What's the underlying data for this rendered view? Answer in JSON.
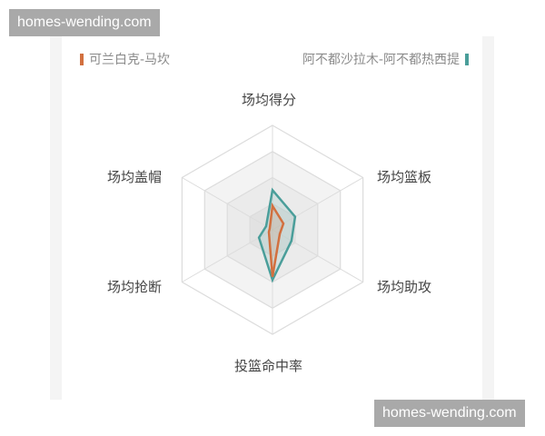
{
  "watermarks": {
    "top": "homes-wending.com",
    "bottom": "homes-wending.com"
  },
  "legend": {
    "left": {
      "label": "可兰白克-马坎",
      "color": "#d2703f"
    },
    "right": {
      "label": "阿不都沙拉木-阿不都热西提",
      "color": "#4a9e9a"
    }
  },
  "axes": {
    "top": "场均得分",
    "upper_right": "场均篮板",
    "lower_right": "场均助攻",
    "bottom": "投篮命中率",
    "lower_left": "场均抢断",
    "upper_left": "场均盖帽"
  },
  "colors": {
    "grid_line": "#dcdcdc",
    "ring_outer": "#ffffff",
    "ring_2": "#f3f3f3",
    "ring_3": "#ebebeb",
    "ring_inner": "#e2e2e2"
  },
  "chart_data": {
    "type": "radar",
    "title": "",
    "categories": [
      "场均得分",
      "场均篮板",
      "场均助攻",
      "投篮命中率",
      "场均抢断",
      "场均盖帽"
    ],
    "max": 1.0,
    "rings": 4,
    "series": [
      {
        "name": "可兰白克-马坎",
        "color": "#d2703f",
        "values": [
          0.23,
          0.12,
          0.08,
          0.45,
          0.04,
          0.03
        ]
      },
      {
        "name": "阿不都沙拉木-阿不都热西提",
        "color": "#4a9e9a",
        "values": [
          0.38,
          0.25,
          0.21,
          0.48,
          0.15,
          0.07
        ]
      }
    ],
    "legend_position": "top"
  }
}
